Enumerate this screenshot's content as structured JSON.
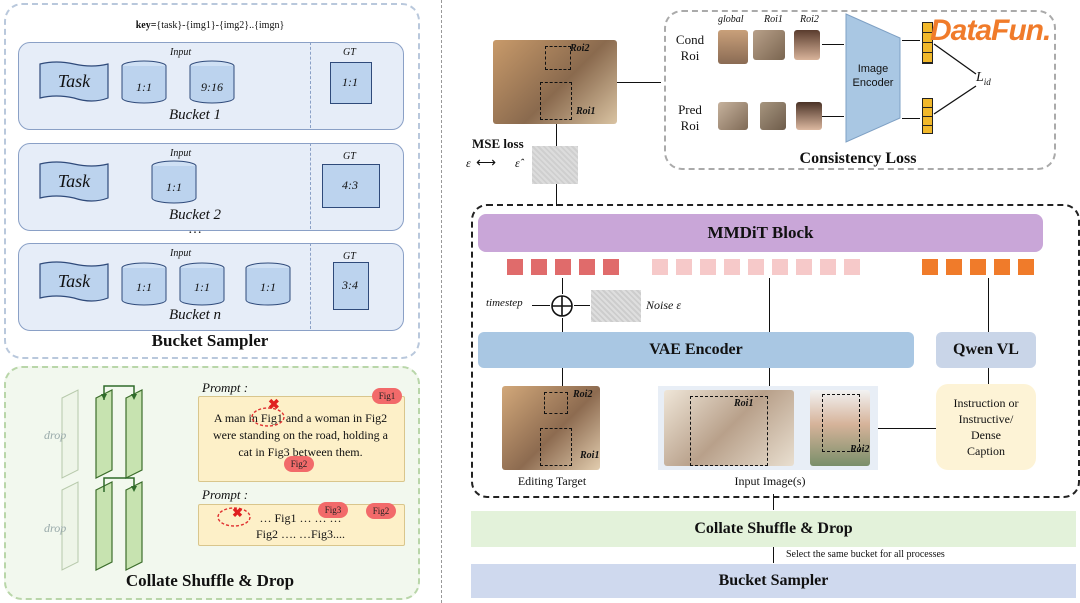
{
  "left": {
    "key_label": "key=",
    "key_value": "{task}-{img1}-{img2}..{imgn}",
    "bucket1": {
      "input": "Input",
      "gt": "GT",
      "task": "Task",
      "shapes": [
        "1:1",
        "9:16"
      ],
      "gt_ratio": "1:1",
      "name": "Bucket 1"
    },
    "bucket2": {
      "input": "Input",
      "gt": "GT",
      "task": "Task",
      "shapes": [
        "1:1"
      ],
      "gt_ratio": "4:3",
      "name": "Bucket 2"
    },
    "ellipsis": "…",
    "bucketn": {
      "input": "Input",
      "gt": "GT",
      "task": "Task",
      "shapes": [
        "1:1",
        "1:1",
        "1:1"
      ],
      "gt_ratio": "3:4",
      "name": "Bucket n"
    },
    "bucket_sampler": "Bucket Sampler",
    "collate": {
      "drop1": "drop",
      "drop2": "drop",
      "prompt1_label": "Prompt :",
      "prompt1_lines": [
        "A man in Fig1 and a woman in Fig2",
        "were standing on the road, holding a",
        "cat in Fig3 between them."
      ],
      "prompt1_tags": [
        "Fig1",
        "Fig2"
      ],
      "prompt2_label": "Prompt :",
      "prompt2_lines": [
        "… Fig1 …   …   …",
        "Fig2 ….  …Fig3...."
      ],
      "prompt2_tags": [
        "Fig3",
        "Fig2"
      ],
      "title": "Collate Shuffle & Drop"
    }
  },
  "right": {
    "roi2_top": "Roi2",
    "roi1_top": "Roi1",
    "mse_loss": "MSE loss",
    "eps": "ε",
    "eps_hat": "ε̂",
    "cond_roi": [
      "Cond",
      "Roi"
    ],
    "pred_roi": [
      "Pred",
      "Roi"
    ],
    "col_labels": [
      "global",
      "Roi1",
      "Roi2"
    ],
    "image_encoder": [
      "Image",
      "Encoder"
    ],
    "l_id": "L",
    "l_id_sub": "id",
    "consistency_loss": "Consistency Loss",
    "logo": "DataFun.",
    "mmdit": "MMDiT Block",
    "timestep": "timestep",
    "noise": "Noise ε",
    "vae_encoder": "VAE Encoder",
    "qwen": "Qwen VL",
    "roi2_edit": "Roi2",
    "roi1_edit": "Roi1",
    "editing_target": "Editing Target",
    "roi1_input": "Roi1",
    "roi2_input": "Roi2",
    "input_images": "Input Image(s)",
    "instruction": [
      "Instruction or",
      "Instructive/",
      "Dense",
      "Caption"
    ],
    "collate": "Collate Shuffle & Drop",
    "select_note": "Select the same bucket for all processes",
    "bucket_sampler": "Bucket Sampler"
  },
  "colors": {
    "mmdit": "#c9a6d8",
    "vae": "#a9c7e3",
    "qwen": "#c9d5e8",
    "collate_bar": "#e3f2da",
    "sampler_bar": "#cfd9ee",
    "token_dark": "#e06b6b",
    "token_light": "#f6c9c9",
    "token_orange": "#f07b2a",
    "instruction_bg": "#fdf3d6"
  }
}
